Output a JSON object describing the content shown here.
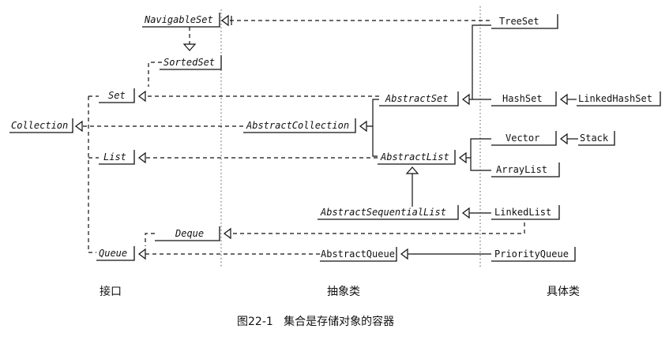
{
  "nodes": {
    "navigableset": "NavigableSet",
    "sortedset": "SortedSet",
    "set": "Set",
    "collection": "Collection",
    "list": "List",
    "deque": "Deque",
    "queue": "Queue",
    "abstractset": "AbstractSet",
    "abstractcollection": "AbstractCollection",
    "abstractlist": "AbstractList",
    "abstractsequentiallist": "AbstractSequentialList",
    "abstractqueue": "AbstractQueue",
    "treeset": "TreeSet",
    "hashset": "HashSet",
    "linkedhashset": "LinkedHashSet",
    "vector": "Vector",
    "stack": "Stack",
    "arraylist": "ArrayList",
    "linkedlist": "LinkedList",
    "priorityqueue": "PriorityQueue"
  },
  "columns": {
    "interfaces": "接口",
    "abstract": "抽象类",
    "concrete": "具体类"
  },
  "caption": "图22-1   集合是存储对象的容器"
}
